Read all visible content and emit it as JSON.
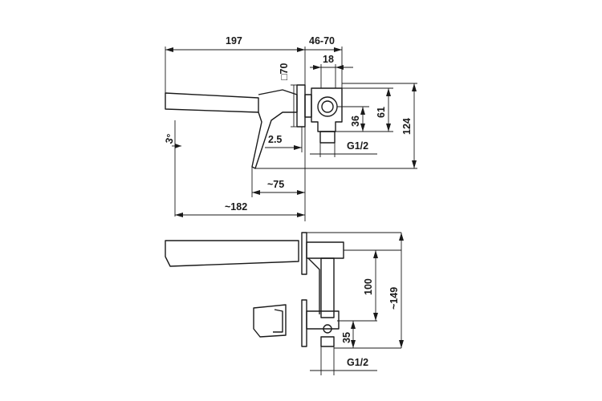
{
  "top_view": {
    "dim_total_length": "197",
    "dim_wall_range": "46-70",
    "dim_plate_square": "□70",
    "dim_pipe_offset": "18",
    "dim_rotation": "3°",
    "dim_plate_gap": "2.5",
    "dim_thread": "G1/2",
    "dim_vertical_36": "36",
    "dim_vertical_61": "61",
    "dim_height": "124",
    "dim_lever_reach": "~75",
    "dim_spout_reach": "~182"
  },
  "side_view": {
    "dim_center_distance": "100",
    "dim_total_height": "~149",
    "dim_thread_offset": "35",
    "dim_thread": "G1/2"
  }
}
